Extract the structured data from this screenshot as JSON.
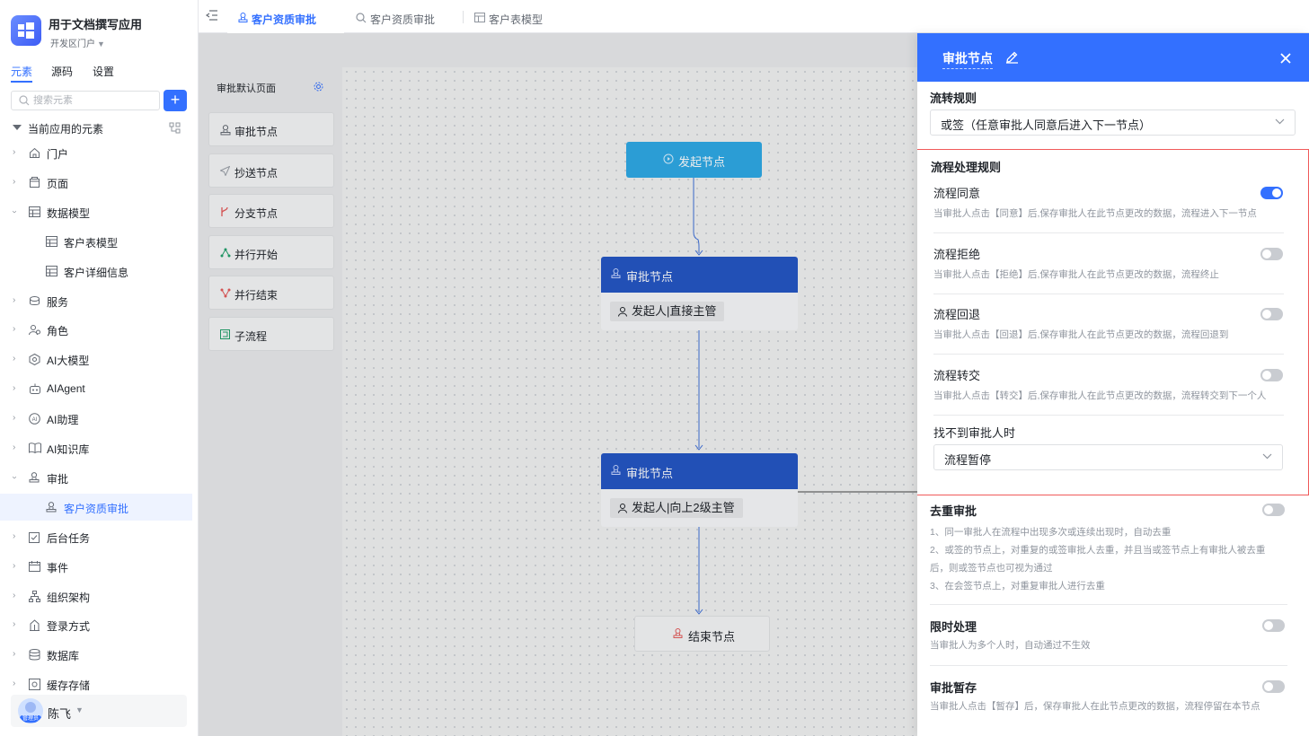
{
  "app": {
    "name": "用于文档撰写应用",
    "portal": "开发区门户"
  },
  "sidebar": {
    "tabs": [
      {
        "label": "元素",
        "active": true
      },
      {
        "label": "源码",
        "active": false
      },
      {
        "label": "设置",
        "active": false
      }
    ],
    "search_placeholder": "搜索元素",
    "add_label": "+",
    "root_label": "当前应用的元素",
    "items": [
      {
        "label": "门户",
        "icon": "home-icon",
        "expanded": false
      },
      {
        "label": "页面",
        "icon": "page-icon",
        "expanded": false
      },
      {
        "label": "数据模型",
        "icon": "table-icon",
        "expanded": true
      },
      {
        "label": "客户表模型",
        "icon": "table-icon",
        "child": true
      },
      {
        "label": "客户详细信息",
        "icon": "table-icon",
        "child": true
      },
      {
        "label": "服务",
        "icon": "service-icon",
        "expanded": false
      },
      {
        "label": "角色",
        "icon": "role-icon",
        "expanded": false
      },
      {
        "label": "AI大模型",
        "icon": "ai-model-icon",
        "expanded": false
      },
      {
        "label": "AIAgent",
        "icon": "robot-icon",
        "expanded": false
      },
      {
        "label": "AI助理",
        "icon": "ai-assistant-icon",
        "expanded": false
      },
      {
        "label": "AI知识库",
        "icon": "book-icon",
        "expanded": false
      },
      {
        "label": "审批",
        "icon": "stamp-icon",
        "expanded": true
      },
      {
        "label": "客户资质审批",
        "icon": "stamp-icon",
        "child": true,
        "selected": true
      },
      {
        "label": "后台任务",
        "icon": "task-icon",
        "expanded": false
      },
      {
        "label": "事件",
        "icon": "event-icon",
        "expanded": false
      },
      {
        "label": "组织架构",
        "icon": "org-icon",
        "expanded": false
      },
      {
        "label": "登录方式",
        "icon": "login-icon",
        "expanded": false
      },
      {
        "label": "数据库",
        "icon": "database-icon",
        "expanded": false
      },
      {
        "label": "缓存存储",
        "icon": "cache-icon",
        "expanded": false
      }
    ],
    "user": {
      "name": "陈飞",
      "role_badge": "管理员"
    }
  },
  "top_tabs": [
    {
      "label": "客户资质审批",
      "icon": "stamp-icon",
      "active": true
    },
    {
      "label": "客户资质审批",
      "icon": "search-icon",
      "active": false
    },
    {
      "label": "客户表模型",
      "icon": "table-icon",
      "active": false
    }
  ],
  "canvas": {
    "panel_title": "审批默认页面",
    "palette": [
      {
        "label": "审批节点",
        "icon": "stamp-icon"
      },
      {
        "label": "抄送节点",
        "icon": "send-icon"
      },
      {
        "label": "分支节点",
        "icon": "branch-icon"
      },
      {
        "label": "并行开始",
        "icon": "parallel-start-icon"
      },
      {
        "label": "并行结束",
        "icon": "parallel-end-icon"
      },
      {
        "label": "子流程",
        "icon": "subflow-icon"
      }
    ],
    "start_node": "发起节点",
    "approval_nodes": [
      {
        "title": "审批节点",
        "assignee": "发起人|直接主管"
      },
      {
        "title": "审批节点",
        "assignee": "发起人|向上2级主管"
      }
    ],
    "end_node": "结束节点"
  },
  "drawer": {
    "title": "审批节点",
    "flow_rule_label": "流转规则",
    "flow_rule_value": "或签（任意审批人同意后进入下一节点）",
    "process_rules_label": "流程处理规则",
    "rules": [
      {
        "name": "流程同意",
        "desc": "当审批人点击【同意】后,保存审批人在此节点更改的数据，流程进入下一节点",
        "on": true
      },
      {
        "name": "流程拒绝",
        "desc": "当审批人点击【拒绝】后,保存审批人在此节点更改的数据，流程终止",
        "on": false
      },
      {
        "name": "流程回退",
        "desc": "当审批人点击【回退】后,保存审批人在此节点更改的数据，流程回退到",
        "on": false
      },
      {
        "name": "流程转交",
        "desc": "当审批人点击【转交】后,保存审批人在此节点更改的数据，流程转交到下一个人",
        "on": false
      }
    ],
    "no_approver_label": "找不到审批人时",
    "no_approver_value": "流程暂停",
    "dedup": {
      "name": "去重审批",
      "on": false,
      "lines": [
        "1、同一审批人在流程中出现多次或连续出现时，自动去重",
        "2、或签的节点上，对重复的或签审批人去重，并且当或签节点上有审批人被去重",
        "后，则或签节点也可视为通过",
        "3、在会签节点上，对重复审批人进行去重"
      ]
    },
    "time_limit": {
      "name": "限时处理",
      "desc": "当审批人为多个人时，自动通过不生效",
      "on": false
    },
    "temp_save": {
      "name": "审批暂存",
      "desc": "当审批人点击【暂存】后，保存审批人在此节点更改的数据，流程停留在本节点",
      "on": false
    }
  },
  "colors": {
    "accent": "#3370ff",
    "start_node": "#2fa9e6",
    "approval_header": "#2557c4",
    "highlight_border": "#f05a5a"
  }
}
